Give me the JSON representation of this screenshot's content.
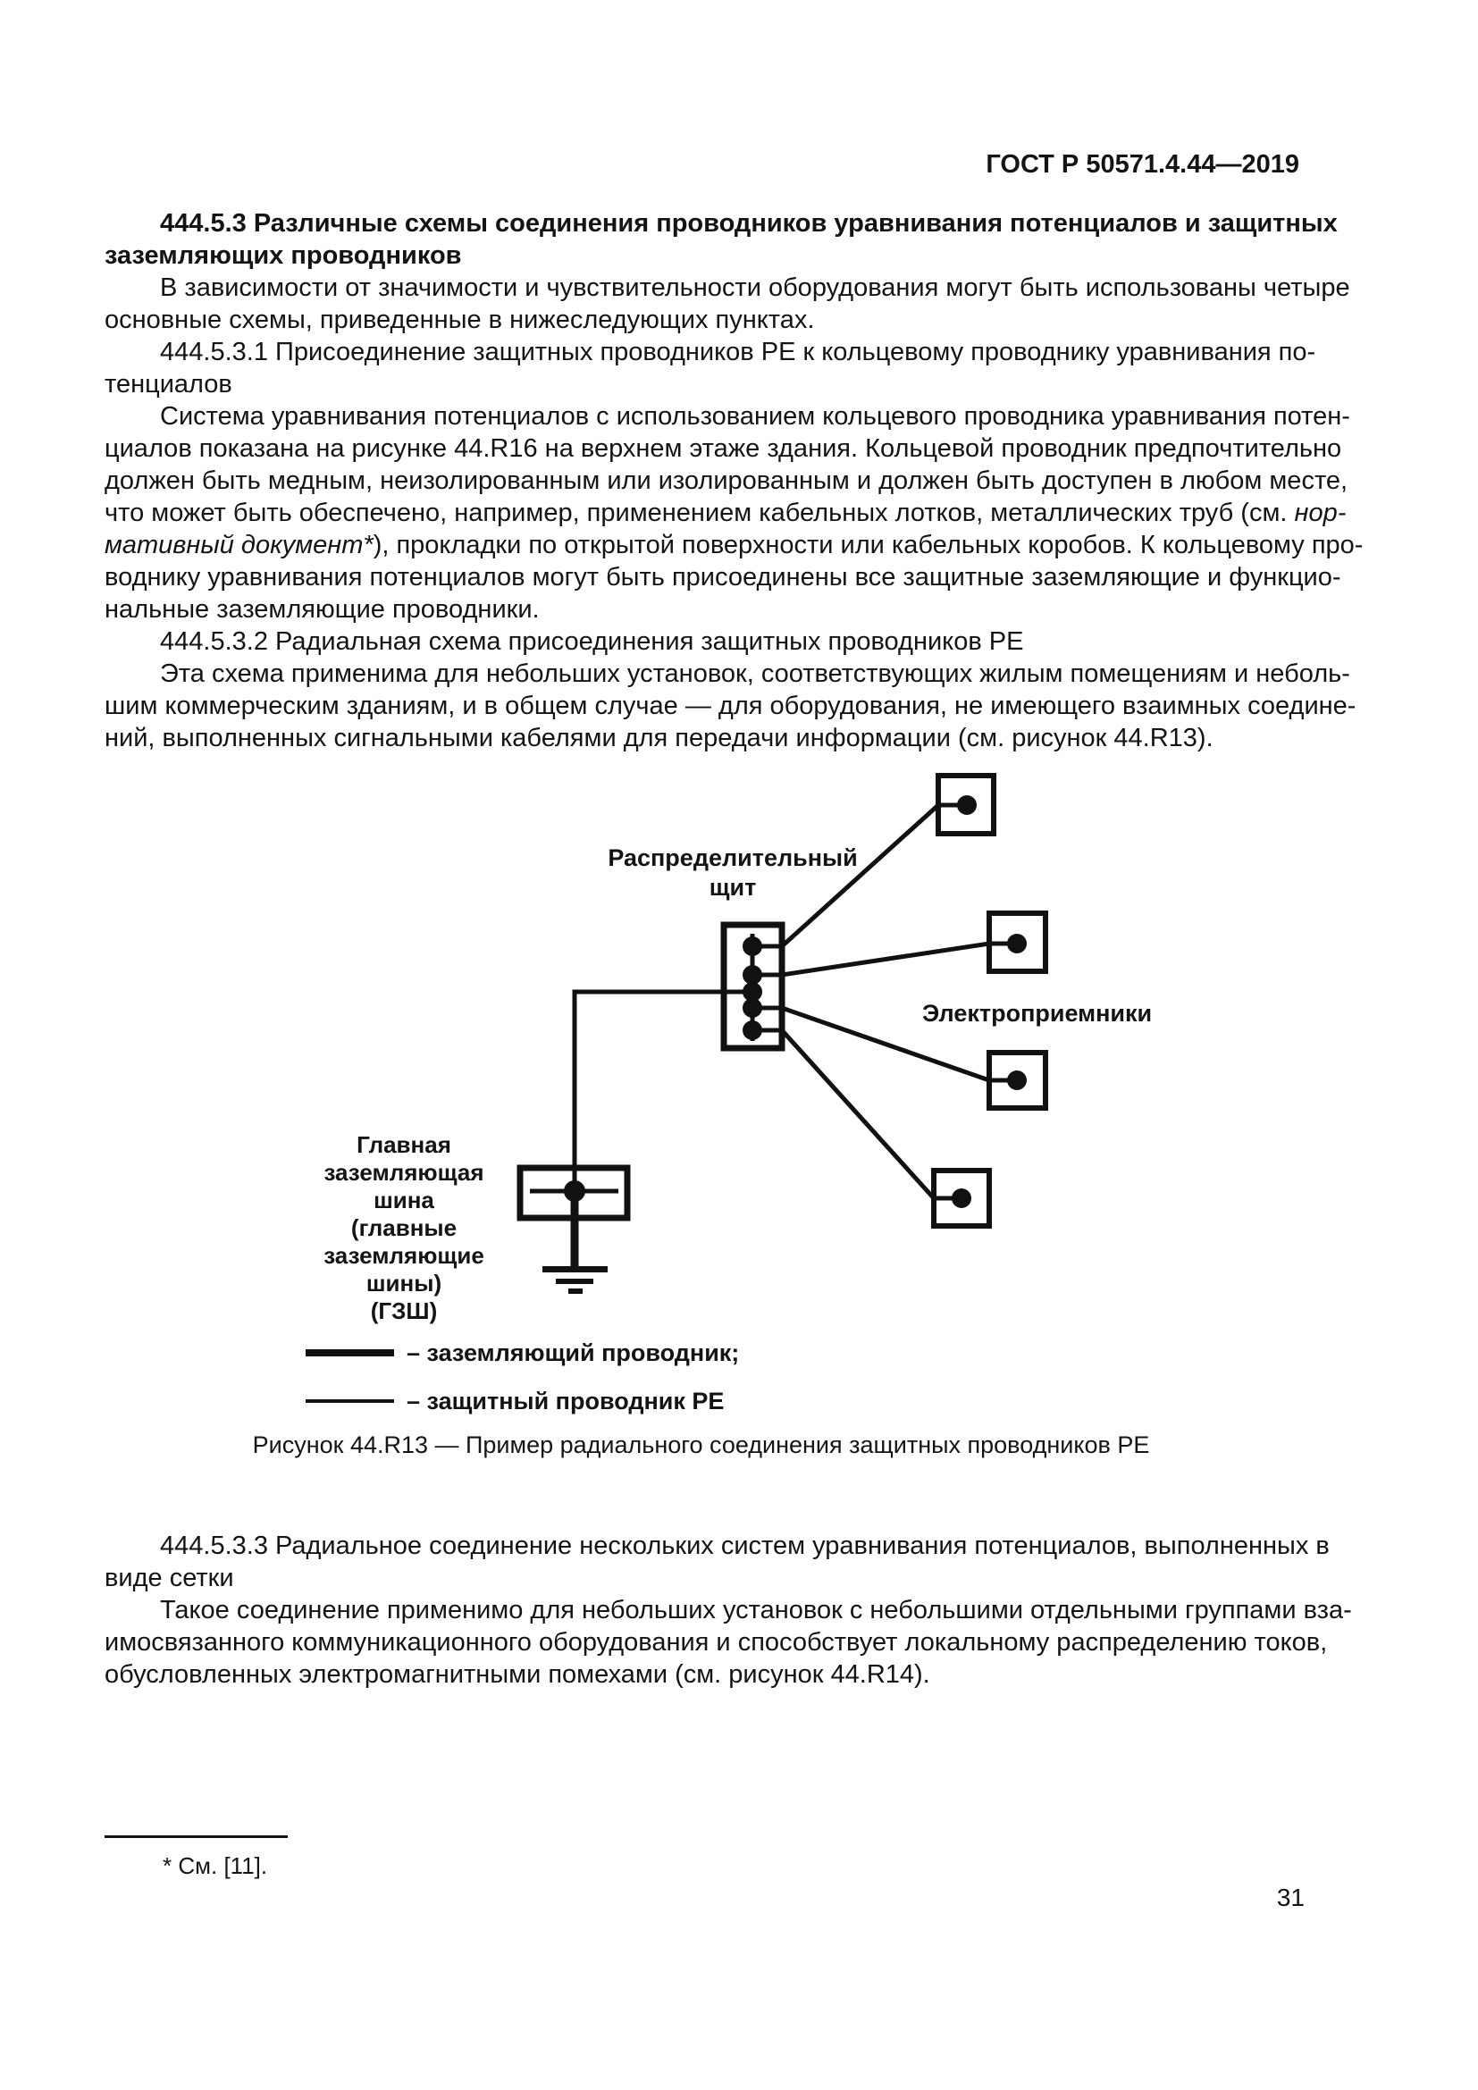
{
  "header": {
    "title": "ГОСТ Р 50571.4.44—2019"
  },
  "ink_color": "#111111",
  "body_top": [
    {
      "t": "444.5.3  Различные схемы соединения проводников уравнивания потенциалов и защитных",
      "cls": "b j ind"
    },
    {
      "t": "заземляющих проводников",
      "cls": "b"
    },
    {
      "t": "В зависимости от значимости и чувствительности оборудования могут быть использованы четыре",
      "cls": "j ind"
    },
    {
      "t": "основные схемы, приведенные в нижеследующих пунктах.",
      "cls": ""
    },
    {
      "t": "444.5.3.1  Присоединение защитных проводников РЕ к кольцевому проводнику уравнивания по-",
      "cls": "j ind"
    },
    {
      "t": "тенциалов",
      "cls": ""
    },
    {
      "t": "Система уравнивания потенциалов с использованием кольцевого проводника уравнивания потен-",
      "cls": "j ind"
    },
    {
      "t": "циалов показана на рисунке 44.R16 на верхнем этаже здания. Кольцевой проводник предпочтительно",
      "cls": "j"
    },
    {
      "t": "должен быть медным, неизолированным или изолированным и должен быть доступен в любом месте,",
      "cls": "j"
    }
  ],
  "italic_line_1": {
    "normal": "что может быть обеспечено, например, применением кабельных лотков, металлических труб (см. ",
    "italic": "нор-"
  },
  "italic_line_2": {
    "italic": "мативный документ*",
    "normal": "), прокладки по открытой поверхности или кабельных коробов. К кольцевому про-"
  },
  "body_mid": [
    {
      "t": "воднику уравнивания потенциалов могут быть присоединены все защитные заземляющие и функцио-",
      "cls": "j"
    },
    {
      "t": "нальные заземляющие проводники.",
      "cls": ""
    },
    {
      "t": "444.5.3.2  Радиальная схема присоединения защитных проводников РЕ",
      "cls": "ind"
    },
    {
      "t": "Эта схема применима для небольших установок, соответствующих жилым помещениям и неболь-",
      "cls": "j ind"
    },
    {
      "t": "шим коммерческим зданиям, и в общем случае — для оборудования, не имеющего взаимных соедине-",
      "cls": "j"
    },
    {
      "t": "ний, выполненных сигнальными кабелями для передачи информации (см. рисунок 44.R13).",
      "cls": ""
    }
  ],
  "figure": {
    "board_label_line1": "Распределительный",
    "board_label_line2": "щит",
    "receivers_label": "Электроприемники",
    "gzsh_label_lines": [
      "Главная",
      "заземляющая шина",
      "(главные",
      "заземляющие шины)",
      "(ГЗШ)"
    ],
    "legend": [
      {
        "sample": "thick-earthing-conductor",
        "text": "– заземляющий проводник;"
      },
      {
        "sample": "thin-pe-conductor",
        "text": "– защитный проводник РЕ"
      }
    ],
    "caption": "Рисунок 44.R13 — Пример радиального соединения защитных проводников РЕ"
  },
  "body_bottom": [
    {
      "t": "444.5.3.3  Радиальное соединение нескольких систем уравнивания потенциалов, выполненных в",
      "cls": "j ind"
    },
    {
      "t": "виде сетки",
      "cls": ""
    },
    {
      "t": "Такое соединение применимо для небольших установок с небольшими отдельными группами вза-",
      "cls": "j ind"
    },
    {
      "t": "имосвязанного коммуникационного оборудования и способствует локальному распределению токов,",
      "cls": "j"
    },
    {
      "t": "обусловленных электромагнитными помехами (см. рисунок 44.R14).",
      "cls": ""
    }
  ],
  "footnote": {
    "text": "*  См. [11]."
  },
  "page_number": "31"
}
